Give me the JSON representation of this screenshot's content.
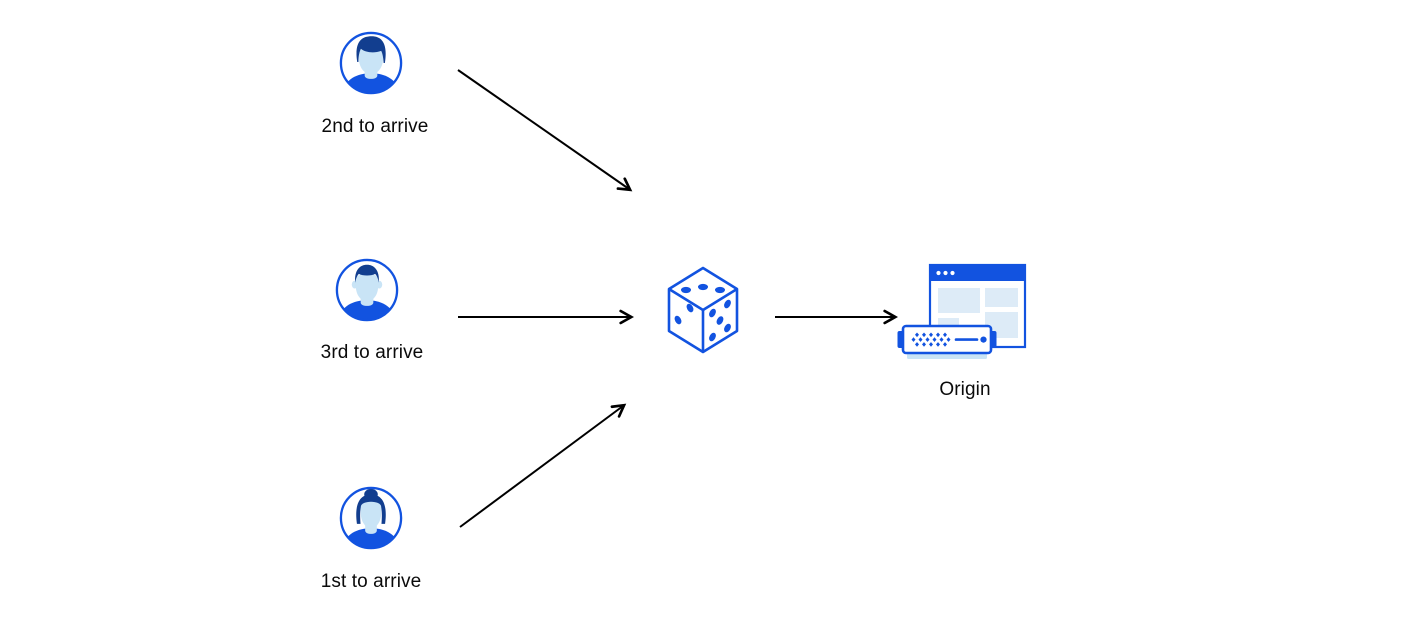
{
  "page": {
    "background": "#ffffff"
  },
  "colors": {
    "primary_blue": "#1253E0",
    "dark_blue": "#123E8F",
    "light_blue": "#C9E4F6",
    "pale_blue": "#DDEBF7",
    "arrow_black": "#000000",
    "label_text": "#0A0A0A",
    "page_bg": "#ffffff"
  },
  "nodes": {
    "visitor_second": {
      "label": "2nd to arrive",
      "icon": "male-user-avatar-icon"
    },
    "visitor_third": {
      "label": "3rd to arrive",
      "icon": "male-user-avatar-icon"
    },
    "visitor_first": {
      "label": "1st to arrive",
      "icon": "female-user-avatar-icon"
    },
    "random_dice": {
      "icon": "dice-icon"
    },
    "origin": {
      "label": "Origin",
      "icon": "origin-server-icon"
    }
  },
  "edges": [
    {
      "from": "visitor_second",
      "to": "random_dice"
    },
    {
      "from": "visitor_third",
      "to": "random_dice"
    },
    {
      "from": "visitor_first",
      "to": "random_dice"
    },
    {
      "from": "random_dice",
      "to": "origin"
    }
  ]
}
